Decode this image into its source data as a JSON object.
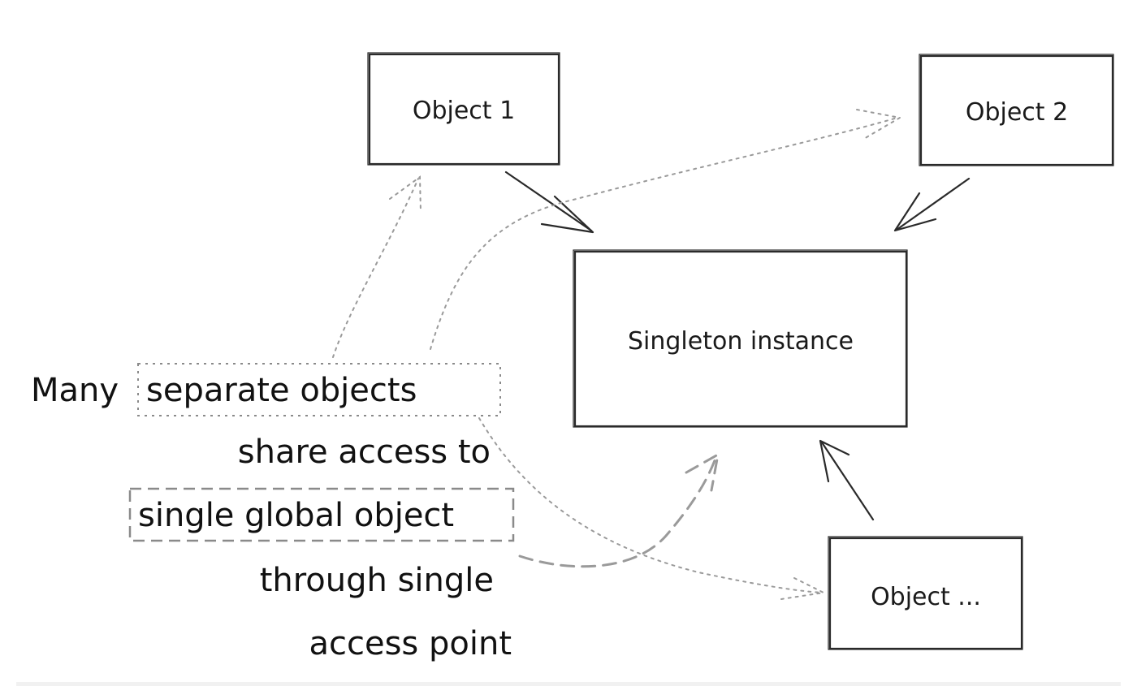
{
  "diagram": {
    "nodes": {
      "object_1": "Object 1",
      "object_2": "Object 2",
      "singleton": "Singleton instance",
      "object_n": "Object ..."
    },
    "caption": {
      "line1_prefix": "Many",
      "line1_highlight": "separate objects",
      "line2": "share access to",
      "line3": "single global object",
      "line4": "through single",
      "line5": "access point"
    },
    "colors": {
      "ink": "#1a1a1a",
      "dotted_connector": "#9a9a9a",
      "dashed_connector": "#9a9a9a"
    }
  }
}
